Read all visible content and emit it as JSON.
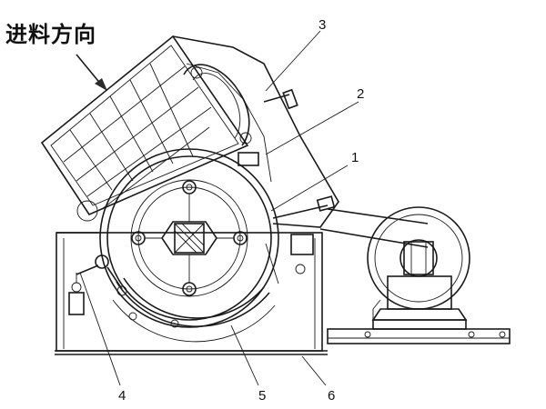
{
  "diagram": {
    "feed_direction_label": "进料方向",
    "callouts": [
      "1",
      "2",
      "3",
      "4",
      "5",
      "6"
    ]
  },
  "colors": {
    "ink": "#1a1a1a",
    "background": "#ffffff"
  }
}
